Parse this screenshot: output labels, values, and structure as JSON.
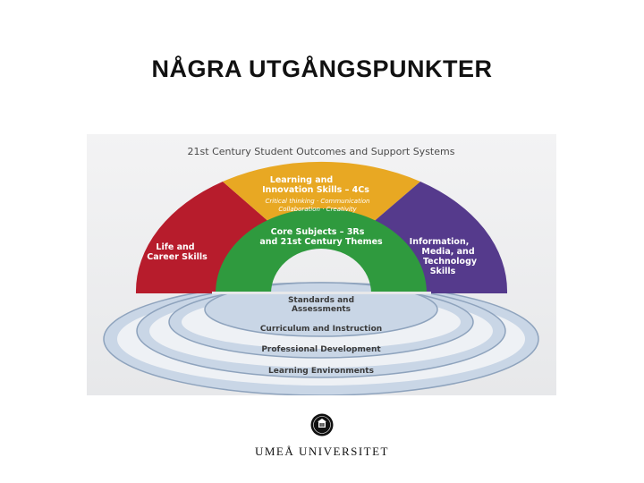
{
  "slide": {
    "title": "NÅGRA UTGÅNGSPUNKTER"
  },
  "diagram": {
    "heading": "21st Century Student Outcomes and Support Systems",
    "arch": {
      "learning_line1": "Learning and",
      "learning_line2": "Innovation Skills – 4Cs",
      "learning_sub1": "Critical thinking · Communication",
      "learning_sub2": "Collaboration · Creativity",
      "life_line1": "Life and",
      "life_line2": "Career Skills",
      "info_line1": "Information,",
      "info_line2": "Media, and",
      "info_line3": "Technology",
      "info_line4": "Skills",
      "core_line1": "Core Subjects – 3Rs",
      "core_line2": "and 21st Century Themes"
    },
    "rings": {
      "standards_line1": "Standards and",
      "standards_line2": "Assessments",
      "curriculum": "Curriculum and Instruction",
      "professional": "Professional Development",
      "environments": "Learning Environments"
    },
    "colors": {
      "learning": "#e8a823",
      "life": "#b71c2c",
      "info": "#553a8c",
      "core": "#2f9a3e",
      "ring": "#c9d6e6",
      "ring_edge": "#8ea3bd",
      "text": "#3a3a3a"
    }
  },
  "logo": {
    "wordmark": "UMEÅ UNIVERSITET"
  }
}
